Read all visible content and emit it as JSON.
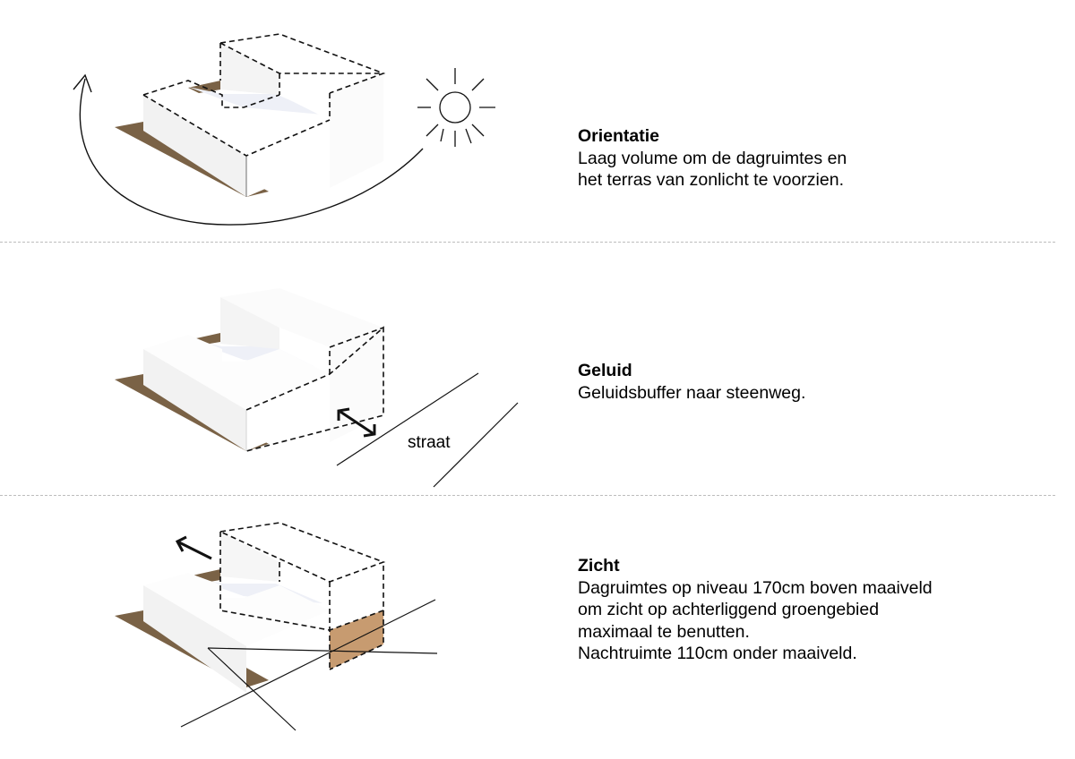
{
  "panels": [
    {
      "title": "Orientatie",
      "lines": [
        "Laag volume om de dagruimtes en",
        "het terras van zonlicht te voorzien."
      ]
    },
    {
      "title": "Geluid",
      "lines": [
        "Geluidsbuffer naar steenweg."
      ],
      "street_label": "straat"
    },
    {
      "title": "Zicht",
      "lines": [
        "Dagruimtes op niveau 170cm boven maaiveld",
        "om zicht op achterliggend groengebied",
        "maximaal te benutten.",
        "Nachtruimte 110cm onder maaiveld."
      ]
    }
  ],
  "colors": {
    "shadow": "#7a6246",
    "earth": "#c79b70",
    "divider": "#bdbdbd",
    "inner_floor": "#e6e8f2"
  },
  "icons": [
    "sun-icon",
    "sun-path-arrow-icon",
    "double-arrow-icon",
    "view-arrow-icon"
  ]
}
